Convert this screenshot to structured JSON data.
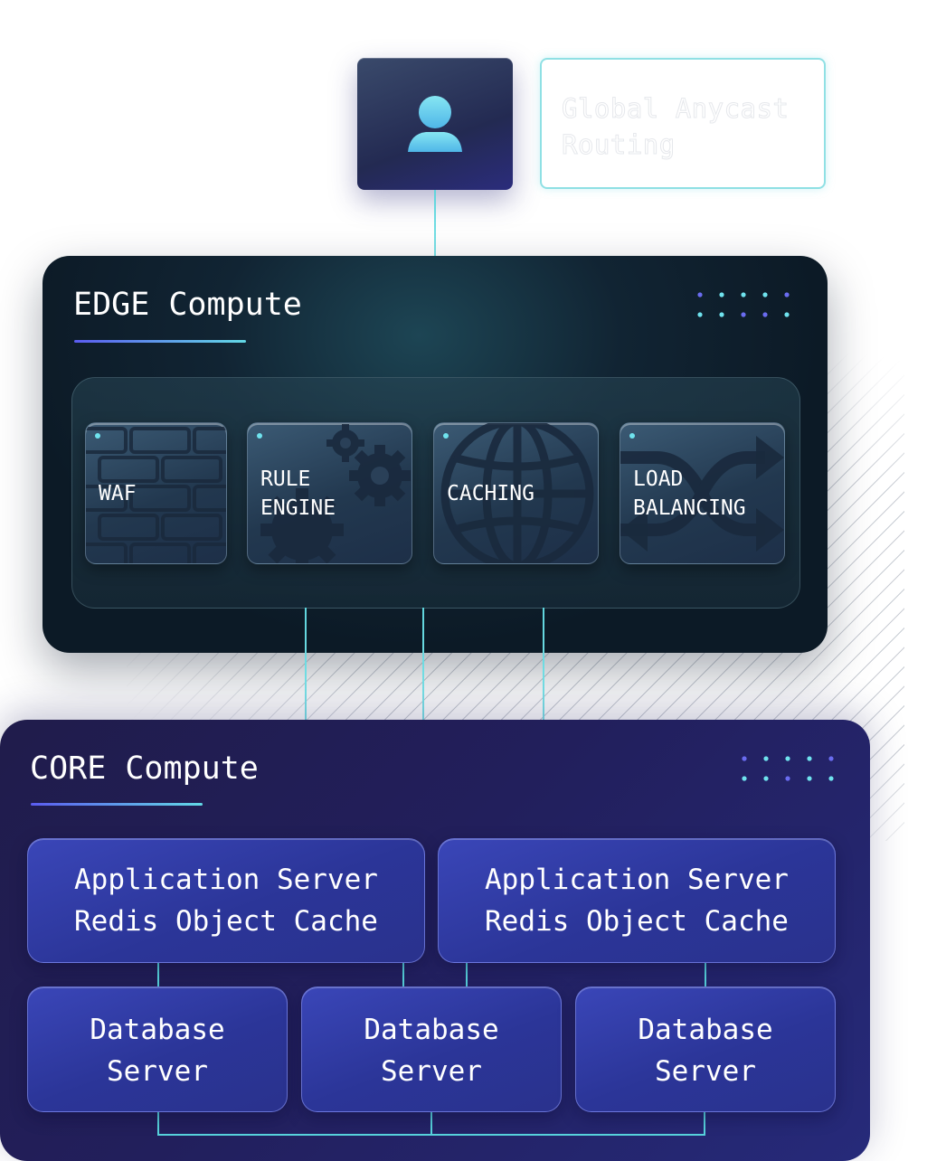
{
  "top": {
    "user_icon": "user-icon",
    "routing_label": "Global Anycast Routing"
  },
  "edge": {
    "title": "EDGE Compute",
    "cards": [
      {
        "label": "WAF",
        "icon": "brick-wall-icon"
      },
      {
        "label": "RULE\nENGINE",
        "icon": "gears-icon"
      },
      {
        "label": "CACHING",
        "icon": "globe-icon"
      },
      {
        "label": "LOAD\nBALANCING",
        "icon": "crossing-arrows-icon"
      }
    ]
  },
  "core": {
    "title": "CORE Compute",
    "app_servers": [
      {
        "line1": "Application Server",
        "line2": "Redis Object Cache"
      },
      {
        "line1": "Application Server",
        "line2": "Redis Object Cache"
      }
    ],
    "db_servers": [
      {
        "label": "Database\nServer"
      },
      {
        "label": "Database\nServer"
      },
      {
        "label": "Database\nServer"
      }
    ]
  },
  "colors": {
    "accent_cyan": "#62d9e6",
    "accent_indigo": "#5b5cf0",
    "edge_bg": "#0c1a26",
    "core_bg": "#221f5c"
  }
}
